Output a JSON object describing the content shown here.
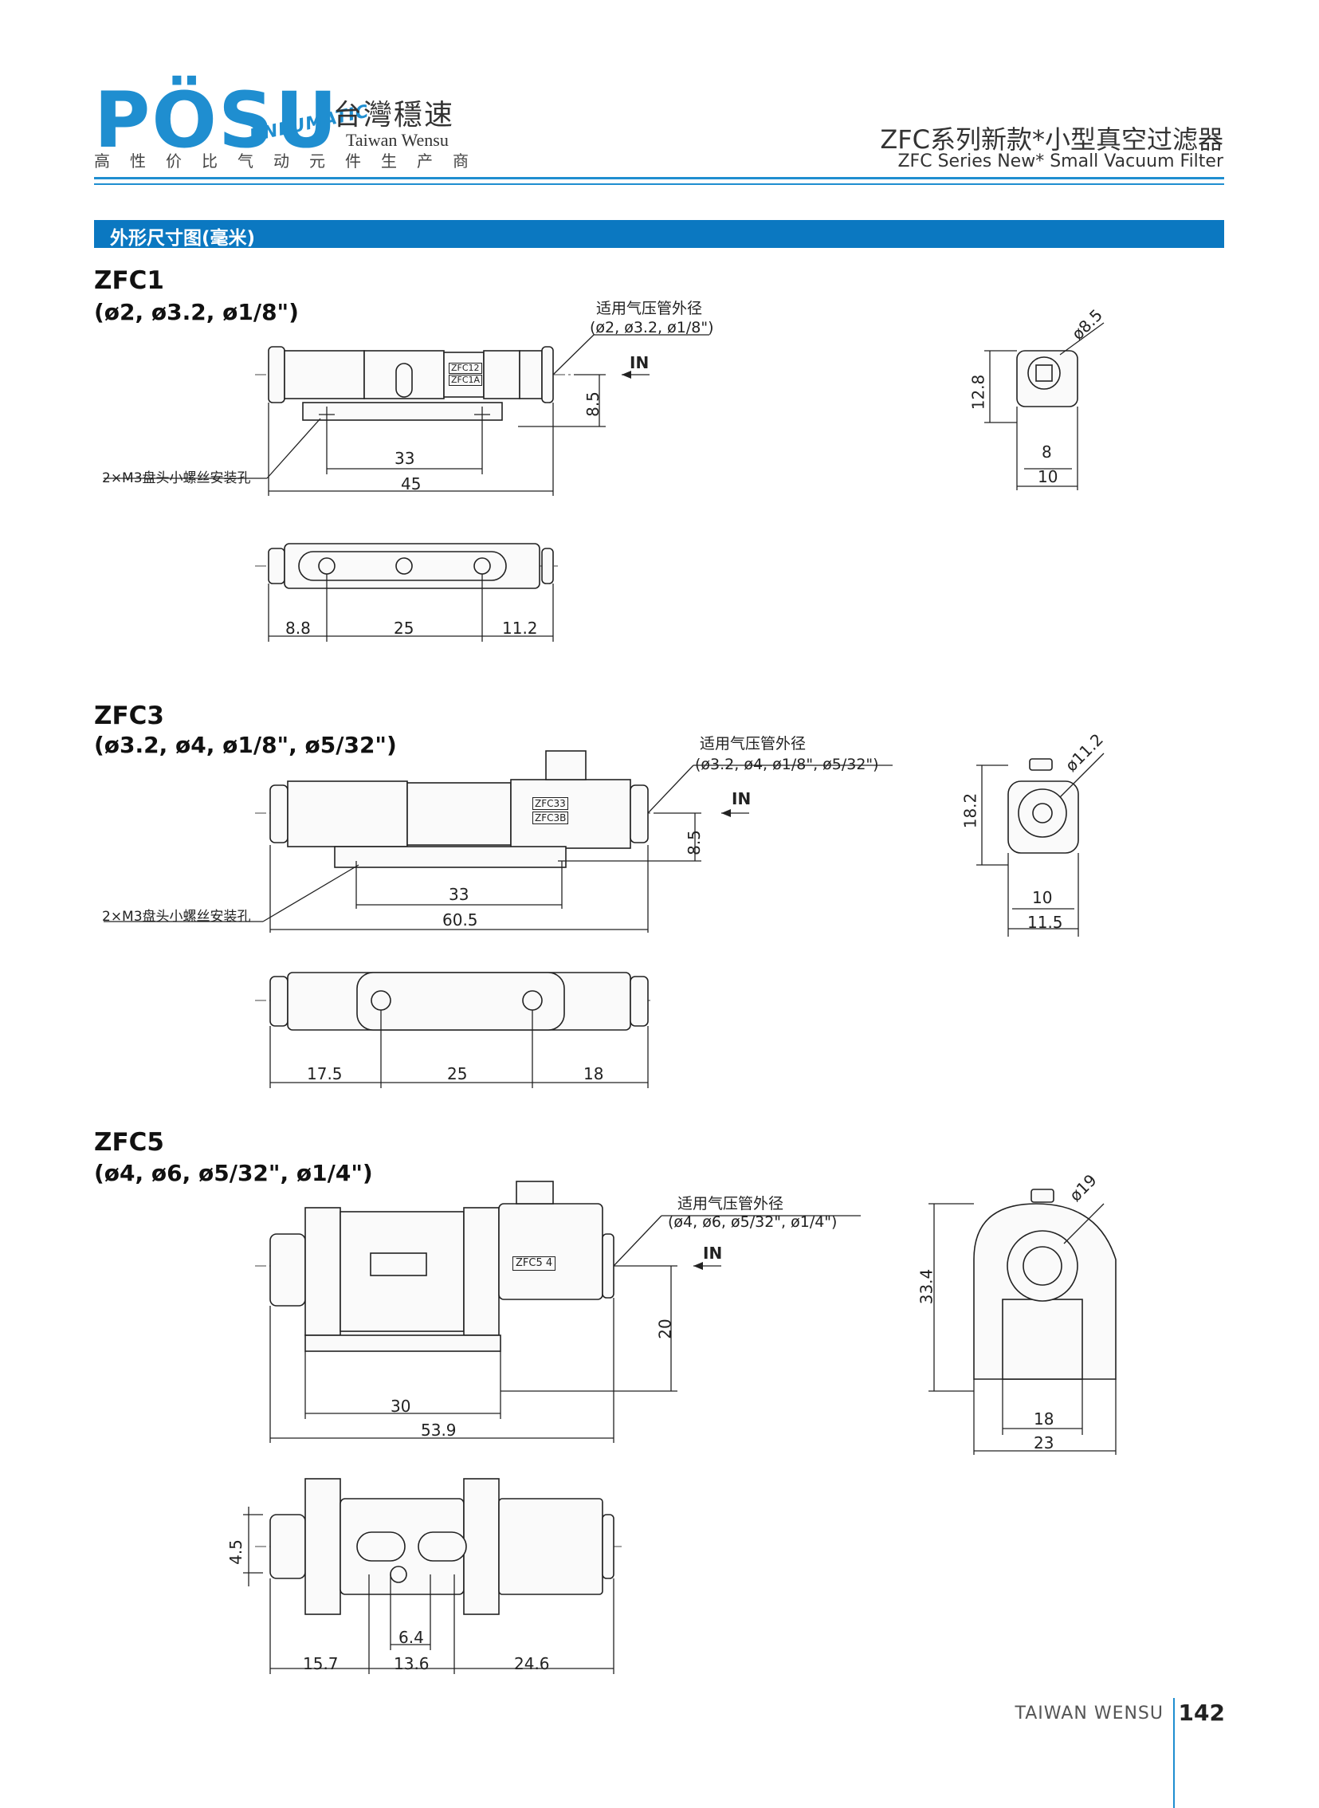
{
  "brand": {
    "logo_text": "PÖSU",
    "logo_subtext": "PNEUMATIC",
    "name_cn": "台灣穩速",
    "name_en": "Taiwan Wensu",
    "tagline": [
      "高",
      "性",
      "价",
      "比",
      "气",
      "动",
      "元",
      "件",
      "生",
      "产",
      "商"
    ]
  },
  "header": {
    "title_cn": "ZFC系列新款*小型真空过滤器",
    "title_en": "ZFC Series New* Small Vacuum Filter"
  },
  "section": {
    "title": "外形尺寸图(毫米)"
  },
  "models": [
    {
      "name": "ZFC1",
      "sizes": "(ø2, ø3.2, ø1/8\")",
      "tube_label": "适用气压管外径",
      "tube_sizes": "(ø2, ø3.2, ø1/8\")",
      "in_label": "IN",
      "mount_label": "2×M3盘头小螺丝安装孔",
      "body_labels": [
        "ZFC12",
        "ZFC1A"
      ],
      "dims": {
        "height": "8.5",
        "pitch": "33",
        "length": "45",
        "end_height": "12.8",
        "end_port": "ø8.5",
        "end_w1": "8",
        "end_w2": "10",
        "bottom_a": "8.8",
        "bottom_b": "25",
        "bottom_c": "11.2"
      }
    },
    {
      "name": "ZFC3",
      "sizes": "(ø3.2, ø4, ø1/8\", ø5/32\")",
      "tube_label": "适用气压管外径",
      "tube_sizes": "(ø3.2, ø4, ø1/8\", ø5/32\")",
      "in_label": "IN",
      "mount_label": "2×M3盘头小螺丝安装孔",
      "body_labels": [
        "ZFC33",
        "ZFC3B"
      ],
      "dims": {
        "height": "8.5",
        "pitch": "33",
        "length": "60.5",
        "end_height": "18.2",
        "end_port": "ø11.2",
        "end_w1": "10",
        "end_w2": "11.5",
        "bottom_a": "17.5",
        "bottom_b": "25",
        "bottom_c": "18"
      }
    },
    {
      "name": "ZFC5",
      "sizes": "(ø4, ø6, ø5/32\", ø1/4\")",
      "tube_label": "适用气压管外径",
      "tube_sizes": "(ø4,  ø6,  ø5/32\",  ø1/4\")",
      "in_label": "IN",
      "body_labels": [
        "ZFC5 4"
      ],
      "dims": {
        "height": "20",
        "pitch": "30",
        "length": "53.9",
        "end_height": "33.4",
        "end_port": "ø19",
        "end_w1": "18",
        "end_w2": "23",
        "slot_h": "4.5",
        "slot_w": "6.4",
        "bottom_a": "15.7",
        "bottom_b": "13.6",
        "bottom_c": "24.6"
      }
    }
  ],
  "footer": {
    "brand": "TAIWAN WENSU",
    "page": "142"
  }
}
